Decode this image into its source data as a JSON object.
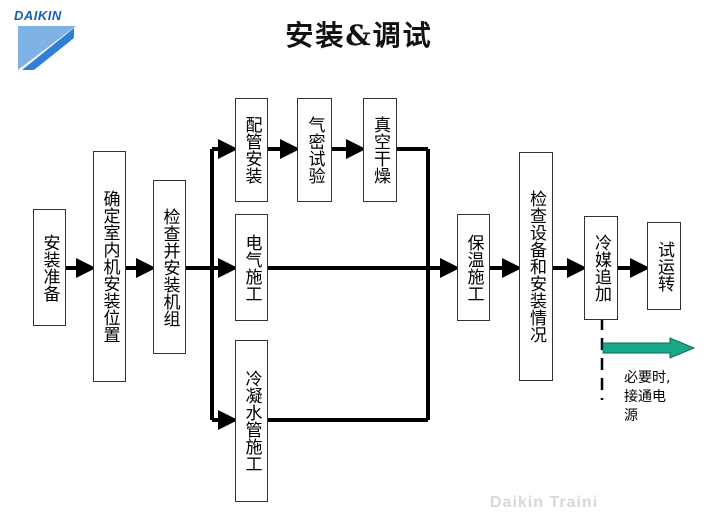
{
  "brand": "DAIKIN",
  "title": "安装&调试",
  "steps": {
    "prep": "安装准备",
    "locate": "确定室内机安装位置",
    "inspect": "检查并安装机组",
    "pipe": "配管安装",
    "leak": "气密试验",
    "vacuum": "真空干燥",
    "electric": "电气施工",
    "drain": "冷凝水管施工",
    "insulate": "保温施工",
    "check": "检查设备和安装情况",
    "refrigerant": "冷媒追加",
    "trial": "试运转"
  },
  "note": {
    "line1": "必要时,",
    "line2": "接通电",
    "line3": "源"
  },
  "watermark": "Daikin Traini",
  "colors": {
    "brand": "#1a5fb4",
    "arrow_note": "#1aa88a"
  }
}
